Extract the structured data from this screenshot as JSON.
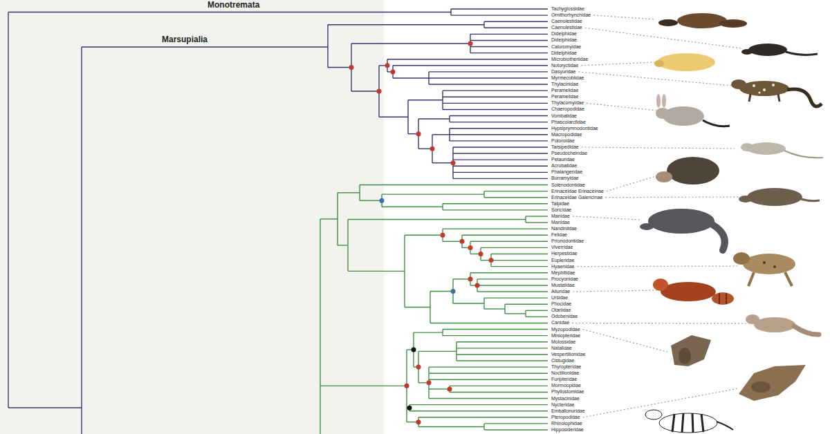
{
  "diagram": {
    "labels": [
      "Monotremata",
      "Marsupialia",
      "Tachyglossidae",
      "Ornithorhynchidae",
      "Caenolestidae",
      "Caenolestidae",
      "Didelphidae",
      "Didelphidae",
      "Caluromyidae",
      "Didelphidae",
      "Microbiotheriidae",
      "Notoryctidae",
      "Dasyuridae",
      "Myrmecobiidae",
      "Thylacinidae",
      "Peramelidae",
      "Peramelidae",
      "Thylacomyidae",
      "Chaeropodidae",
      "Vombatidae",
      "Phascolarctidae",
      "Hypsiprymnodontidae",
      "Macropodidae",
      "Potoroidae",
      "Tarsipedidae",
      "Pseudocheiridae",
      "Petauridae",
      "Acrobatidae",
      "Phalangeridae",
      "Burramyidae",
      "Solenodontidae",
      "Erinaceidae Erinaceinae",
      "Erinaceidae Galericinae",
      "Talpidae",
      "Soricidae",
      "Manidae",
      "Manidae",
      "Nandiniidae",
      "Felidae",
      "Prionodontidae",
      "Viverridae",
      "Herpestidae",
      "Eupleridae",
      "Hyaenidae",
      "Mephitidae",
      "Procyonidae",
      "Mustelidae",
      "Ailuridae",
      "Ursidae",
      "Phocidae",
      "Otariidae",
      "Odobenidae",
      "Canidae",
      "Myzopodidae",
      "Miniopteridae",
      "Molossidae",
      "Natalidae",
      "Vespertilionidae",
      "Cistugidae",
      "Thyropteridae",
      "Noctilionidae",
      "Furipteridae",
      "Mormoopidae",
      "Phyllostomidae",
      "Mystacinidae",
      "Nycteridae",
      "Emballonuridae",
      "Pteropodidae",
      "Rhinolophidae",
      "Hipposideridae"
    ]
  }
}
